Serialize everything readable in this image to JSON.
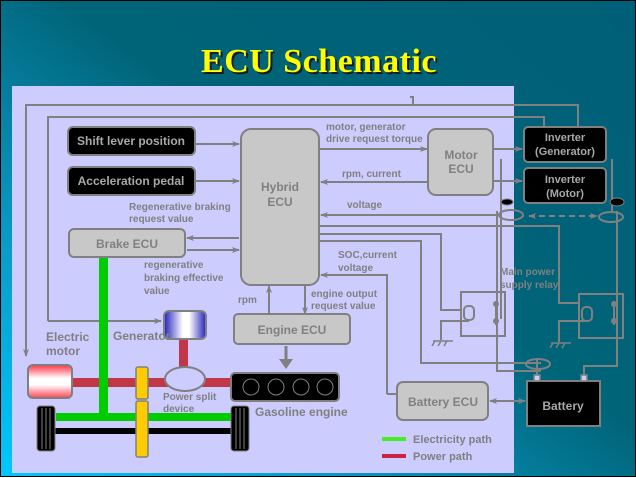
{
  "title": "ECU Schematic",
  "nodes": {
    "shift_lever": "Shift lever position",
    "accel_pedal": "Acceleration pedal",
    "hybrid_ecu": [
      "Hybrid",
      "ECU"
    ],
    "motor_ecu": [
      "Motor",
      "ECU"
    ],
    "inverter_gen": [
      "Inverter",
      "(Generator)"
    ],
    "inverter_motor": [
      "Inverter",
      "(Motor)"
    ],
    "brake_ecu": "Brake ECU",
    "engine_ecu": "Engine ECU",
    "battery_ecu": "Battery ECU",
    "battery": "Battery"
  },
  "signals": {
    "drive_request": [
      "motor, generator",
      "drive request torque"
    ],
    "rpm_current": "rpm, current",
    "voltage": "voltage",
    "regen_request": [
      "Regenerative braking",
      "request value"
    ],
    "regen_effective": [
      "regenerative",
      "braking effective",
      "value"
    ],
    "soc": [
      "SOC,current",
      "voltage"
    ],
    "engine_output": [
      "engine output",
      "request value"
    ],
    "rpm": "rpm",
    "main_relay": [
      "Main power",
      "supply relay"
    ]
  },
  "components": {
    "electric_motor": [
      "Electric",
      "motor"
    ],
    "generator": "Generator",
    "power_split": [
      "Power split",
      "device"
    ],
    "gasoline_engine": "Gasoline engine"
  },
  "legend": [
    {
      "label": "Electricity path",
      "color": "#44ee22"
    },
    {
      "label": "Power path",
      "color": "#cc2244"
    }
  ],
  "colors": {
    "title": "#ffff00",
    "panel": "#ccccff",
    "wire": "#808080",
    "electric": "#00cc00",
    "power": "#c03848",
    "gear": "#ffcc00",
    "box_gray": "#c8c8c8",
    "box_black": "#000000"
  }
}
